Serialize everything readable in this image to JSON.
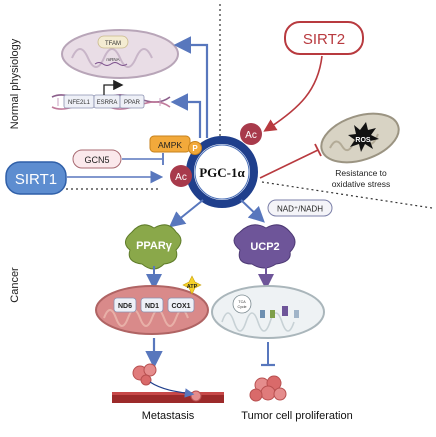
{
  "sections": {
    "normal": "Normal physiology",
    "cancer": "Cancer"
  },
  "nodes": {
    "center": "PGC-1α",
    "sirt1": "SIRT1",
    "sirt2": "SIRT2",
    "gcn5": "GCN5",
    "ampk": "AMPK",
    "p_marker": "P",
    "ac_marker": "Ac",
    "nad": "NAD⁺/NADH",
    "pparg": "PPARγ",
    "ucp2": "UCP2",
    "tfam": "TFAM",
    "mrna": "mRNA",
    "nfe2l1": "NFE2L1",
    "esrra": "ESRRA",
    "ppar": "PPAR",
    "ros": "ROS",
    "resistance": "Resistance to oxidative stress",
    "nd6": "ND6",
    "nd1": "ND1",
    "cox1": "COX1",
    "atp": "ATP",
    "tca": "TCA Cycle"
  },
  "outcomes": {
    "metastasis": "Metastasis",
    "proliferation": "Tumor cell proliferation"
  },
  "colors": {
    "blue": "#3c62b2",
    "arrow_blue": "#5877bd",
    "red": "#b83a3f",
    "ac": "#a83a4b",
    "purple": "#6e5599",
    "green": "#7f9f3b",
    "mito_fill": "#d98a8a",
    "ampk": "#f2a93b"
  }
}
